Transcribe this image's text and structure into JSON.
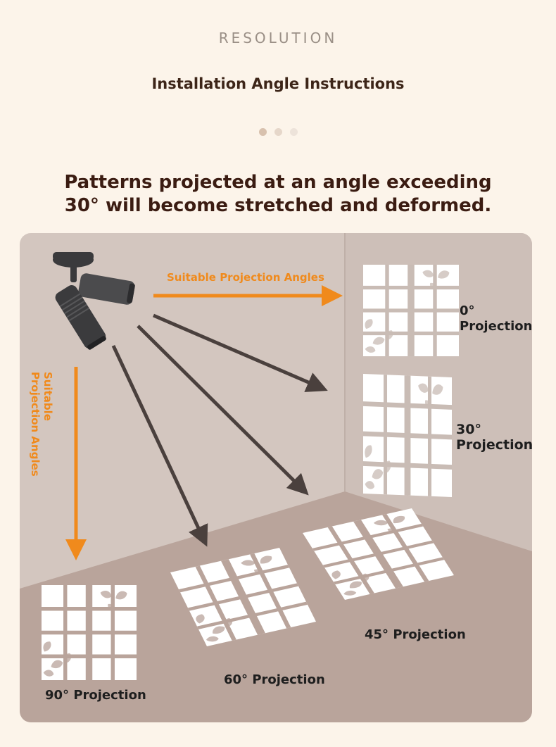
{
  "header": {
    "eyebrow": "RESOLUTION",
    "subtitle": "Installation Angle Instructions",
    "dots": [
      "#d8c1ae",
      "#e6d7ca",
      "#ede3da"
    ]
  },
  "headline": {
    "line1": "Patterns projected at an angle exceeding",
    "line2": "30° will become stretched and deformed."
  },
  "diagram": {
    "horizontal_label": "Suitable Projection Angles",
    "vertical_label_line1": "Suitable",
    "vertical_label_line2": "Projection Angles",
    "labels": {
      "deg0_a": "0°",
      "deg0_b": "Projection",
      "deg30_a": "30°",
      "deg30_b": "Projection",
      "deg45": "45° Projection",
      "deg60": "60° Projection",
      "deg90": "90° Projection"
    },
    "colors": {
      "back_wall": "#d3c6bf",
      "right_wall": "#cdbfb8",
      "floor": "#b9a49b",
      "accent_orange": "#f08a1c",
      "dark_arrow": "#4a403d",
      "fixture": "#3a3a3c"
    }
  }
}
